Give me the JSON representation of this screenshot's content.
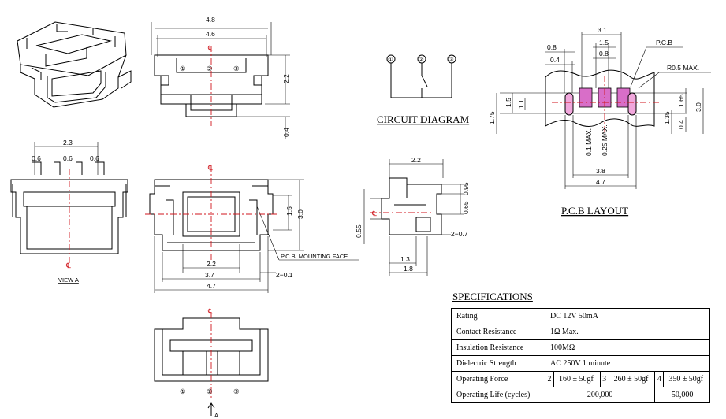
{
  "views": {
    "top": {
      "dim_overall": "4.8",
      "dim_inner": "4.6",
      "dim_height": "2.2",
      "dim_stem": "0.4",
      "terminals": [
        "①",
        "②",
        "③"
      ],
      "centerline": "℄"
    },
    "side_a": {
      "dim_span": "2.3",
      "dim_pins": [
        "0.6",
        "0.6",
        "0.6"
      ],
      "centerline": "℄",
      "caption": "VIEW A"
    },
    "front": {
      "dim_inner": "2.2",
      "dim_body": "3.7",
      "dim_overall": "4.7",
      "dim_height_outer": "3.0",
      "dim_height_inner": "1.5",
      "mounting_label": "P.C.B. MOUNTING FACE",
      "mounting_dim": "2−0.1",
      "centerline": "℄"
    },
    "side": {
      "dim_top": "2.2",
      "dim_095": "0.95",
      "dim_065": "0.65",
      "dim_055": "0.55",
      "dim_pin": "2−0.7",
      "dim_13": "1.3",
      "dim_18": "1.8",
      "centerline": "℄"
    },
    "bottom": {
      "terminals": [
        "①",
        "②",
        "③"
      ],
      "centerline": "℄",
      "view_marker": "A"
    },
    "circuit": {
      "title": "CIRCUIT DIAGRAM",
      "terminals": [
        "①",
        "②",
        "③"
      ]
    },
    "pcb": {
      "title": "P.C.B LAYOUT",
      "label_pcb": "P.C.B",
      "label_radius": "R0.5 MAX.",
      "dim_31": "3.1",
      "dim_15": "1.5",
      "dim_08a": "0.8",
      "dim_08b": "0.8",
      "dim_04": "0.4",
      "dim_01": "0.1 MAX.",
      "dim_025": "0.25 MAX.",
      "dim_38": "3.8",
      "dim_47": "4.7",
      "dim_175": "1.75",
      "dim_15v": "1.5",
      "dim_11": "1.1",
      "dim_165": "1.65",
      "dim_30": "3.0",
      "dim_135": "1.35",
      "dim_04v": "0.4"
    }
  },
  "specifications": {
    "title": "SPECIFICATIONS",
    "rows": [
      {
        "name": "Rating",
        "value": "DC 12V 50mA"
      },
      {
        "name": "Contact Resistance",
        "value": "1Ω Max."
      },
      {
        "name": "Insulation Resistance",
        "value": "100MΩ"
      },
      {
        "name": "Dielectric Strength",
        "value": "AC 250V 1 minute"
      }
    ],
    "force": {
      "name": "Operating Force",
      "options": [
        {
          "num": "2",
          "value": "160 ± 50gf"
        },
        {
          "num": "3",
          "value": "260 ± 50gf"
        },
        {
          "num": "4",
          "value": "350 ± 50gf"
        }
      ]
    },
    "life": {
      "name": "Operating Life (cycles)",
      "values": [
        "200,000",
        "50,000"
      ]
    }
  },
  "colors": {
    "centerline": "#d0161d",
    "pad": "#d86ec8",
    "hole": "#f1a7dc"
  }
}
